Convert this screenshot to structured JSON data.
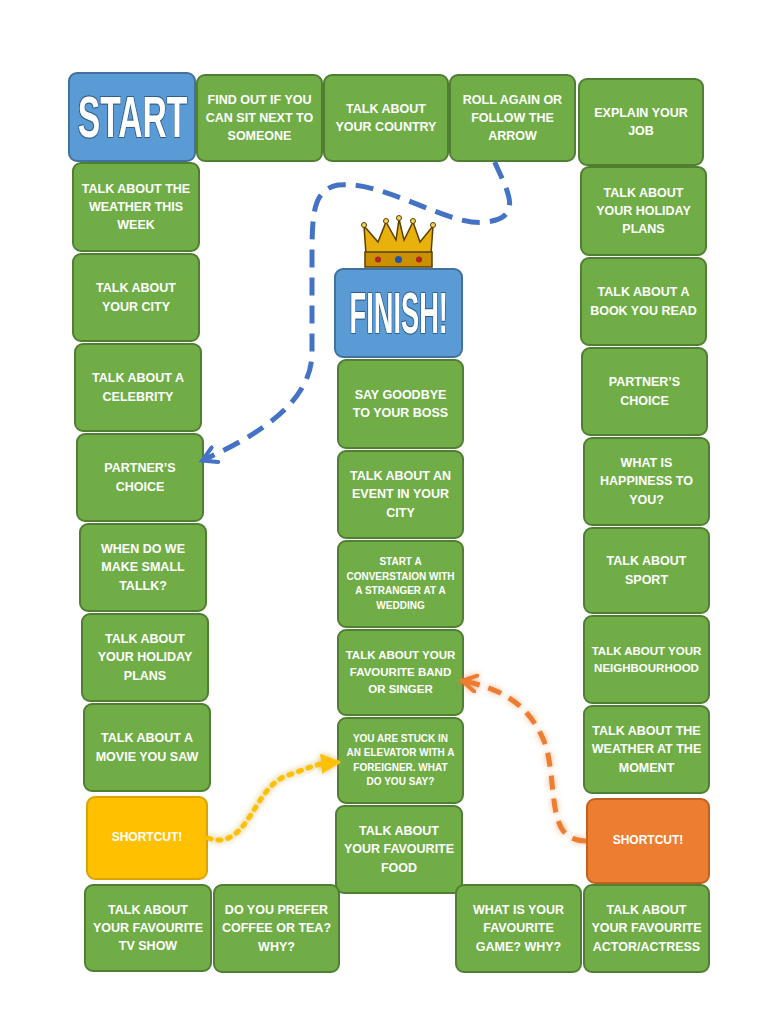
{
  "diagram": {
    "nodes": [
      {
        "text": [
          "START"
        ]
      },
      {
        "text": [
          "FIND OUT IF YOU CAN SIT NEXT TO SOMEONE"
        ]
      },
      {
        "text": [
          "TALK ABOUT YOUR COUNTRY"
        ]
      },
      {
        "text": [
          "ROLL AGAIN OR FOLLOW THE ARROW"
        ]
      },
      {
        "text": [
          "EXPLAIN YOUR JOB"
        ]
      },
      {
        "text": [
          "TALK ABOUT THE WEATHER THIS WEEK"
        ]
      },
      {
        "text": [
          "TALK ABOUT YOUR CITY"
        ]
      },
      {
        "text": [
          "TALK ABOUT A CELEBRITY"
        ]
      },
      {
        "text": [
          "PARTNER’S CHOICE"
        ]
      },
      {
        "text": [
          "WHEN DO WE MAKE SMALL TALLK?"
        ]
      },
      {
        "text": [
          "TALK ABOUT YOUR HOLIDAY PLANS"
        ]
      },
      {
        "text": [
          "TALK ABOUT A MOVIE YOU SAW"
        ]
      },
      {
        "text": [
          "SHORTCUT!"
        ]
      },
      {
        "text": [
          "TALK ABOUT YOUR FAVOURITE TV SHOW"
        ]
      },
      {
        "text": [
          "FINISH!"
        ]
      },
      {
        "text": [
          "SAY GOODBYE TO YOUR BOSS"
        ]
      },
      {
        "text": [
          "TALK ABOUT AN EVENT IN YOUR CITY"
        ]
      },
      {
        "text": [
          "START A CONVERSTAION WITH A STRANGER AT A WEDDING"
        ]
      },
      {
        "text": [
          "TALK ABOUT YOUR FAVOURITE BAND OR SINGER"
        ]
      },
      {
        "text": [
          "YOU ARE STUCK IN AN ELEVATOR WITH A FOREIGNER. WHAT DO YOU SAY?"
        ]
      },
      {
        "text": [
          "TALK ABOUT YOUR FAVOURITE FOOD"
        ]
      },
      {
        "text": [
          "TALK ABOUT YOUR HOLIDAY PLANS"
        ]
      },
      {
        "text": [
          "TALK ABOUT A BOOK YOU READ"
        ]
      },
      {
        "text": [
          "PARTNER’S CHOICE"
        ]
      },
      {
        "text": [
          "WHAT IS HAPPINESS TO YOU?"
        ]
      },
      {
        "text": [
          "TALK ABOUT SPORT"
        ]
      },
      {
        "text": [
          "TALK ABOUT YOUR NEIGHBOURHOOD"
        ]
      },
      {
        "text": [
          "TALK ABOUT THE WEATHER AT THE MOMENT"
        ]
      },
      {
        "text": [
          "SHORTCUT!"
        ]
      },
      {
        "text": [
          "DO YOU PREFER COFFEE OR TEA? WHY?"
        ]
      },
      {
        "text": [
          "WHAT IS YOUR FAVOURITE GAME? WHY?"
        ]
      },
      {
        "text": [
          "TALK ABOUT YOUR FAVOURITE ACTOR/ACTRESS"
        ]
      }
    ],
    "edges": [
      {
        "from": 3,
        "to": 8,
        "arrow": "to"
      },
      {
        "from": 12,
        "to": 19,
        "arrow": "to"
      },
      {
        "from": 28,
        "to": 18,
        "arrow": "to"
      }
    ]
  }
}
